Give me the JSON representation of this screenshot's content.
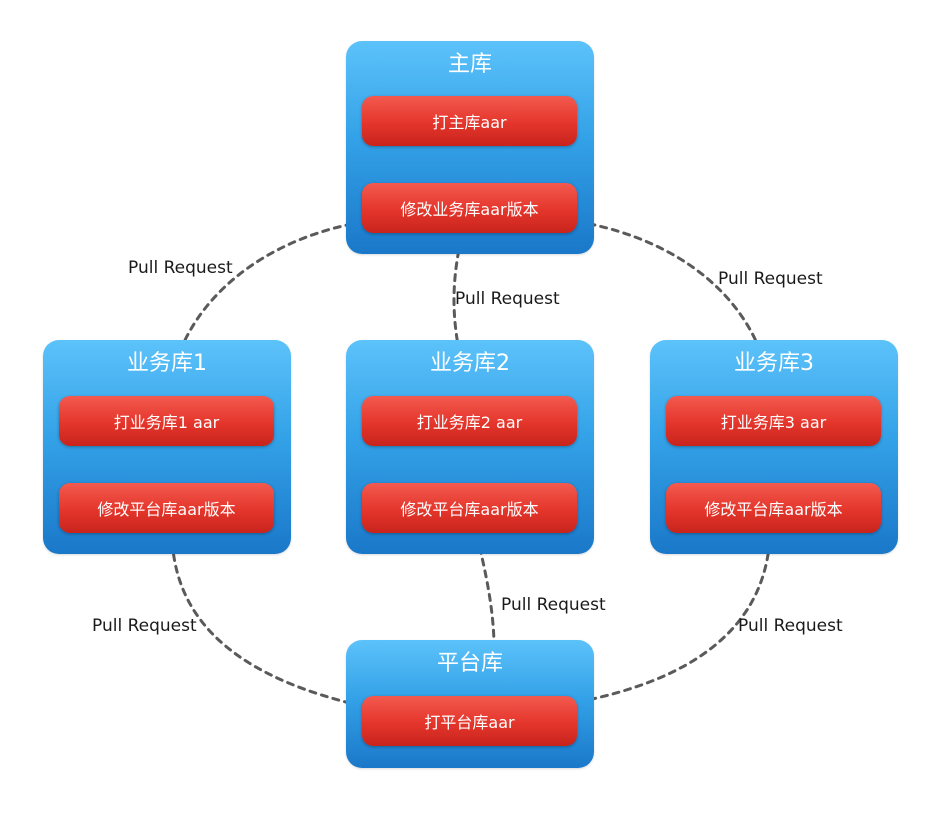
{
  "main_repo": {
    "title": "主库",
    "step_build": "打主库aar",
    "step_update": "修改业务库aar版本"
  },
  "business_repos": [
    {
      "title": "业务库1",
      "step_build": "打业务库1 aar",
      "step_update": "修改平台库aar版本"
    },
    {
      "title": "业务库2",
      "step_build": "打业务库2 aar",
      "step_update": "修改平台库aar版本"
    },
    {
      "title": "业务库3",
      "step_build": "打业务库3 aar",
      "step_update": "修改平台库aar版本"
    }
  ],
  "platform_repo": {
    "title": "平台库",
    "step_build": "打平台库aar"
  },
  "edge_labels": {
    "biz1_to_main": "Pull Request",
    "biz2_to_main": "Pull Request",
    "biz3_to_main": "Pull Request",
    "platform_to_biz1": "Pull Request",
    "platform_to_biz2": "Pull Request",
    "platform_to_biz3": "Pull Request"
  },
  "colors": {
    "repo_box": "#34a2e8",
    "step_box": "#e4352b",
    "edge": "#5a5a5a"
  }
}
